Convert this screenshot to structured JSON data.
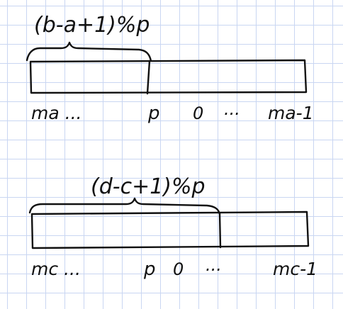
{
  "diagram1": {
    "brace_label": "(b-a+1)%p",
    "label_start": "ma ...",
    "label_split": "p",
    "label_zero": "0",
    "label_dots": "...",
    "label_end": "ma-1"
  },
  "diagram2": {
    "brace_label": "(d-c+1)%p",
    "label_start": "mc ...",
    "label_split": "p",
    "label_zero": "0",
    "label_dots": "...",
    "label_end": "mc-1"
  }
}
